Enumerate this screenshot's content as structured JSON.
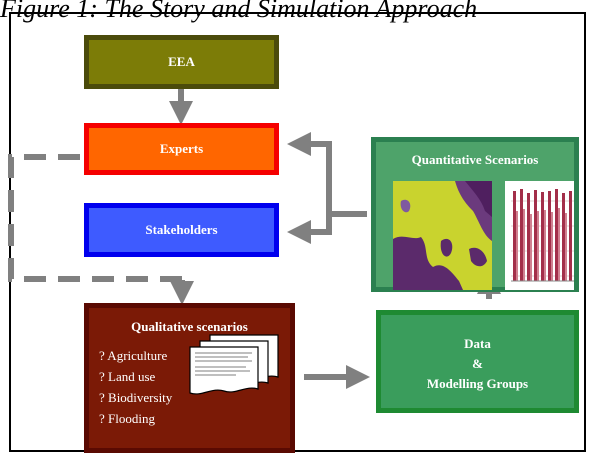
{
  "figure_title": "Figure 1: The Story and Simulation Approach",
  "boxes": {
    "eea": "EEA",
    "experts": "Experts",
    "stakeholders": "Stakeholders",
    "quantitative": "Quantitative Scenarios",
    "qualitative": "Qualitative scenarios",
    "data_line1": "Data",
    "data_line2": "&",
    "data_line3": "Modelling Groups"
  },
  "qualitative_items": [
    "? Agriculture",
    "? Land use",
    "? Biodiversity",
    "? Flooding"
  ],
  "colors": {
    "eea": "#7c7c07",
    "experts": "#ff6600",
    "stakeholders": "#3e5bff",
    "quantitative": "#4ea36a",
    "qualitative": "#7b1a06",
    "data": "#3a9d5c",
    "arrows": "#808080"
  }
}
